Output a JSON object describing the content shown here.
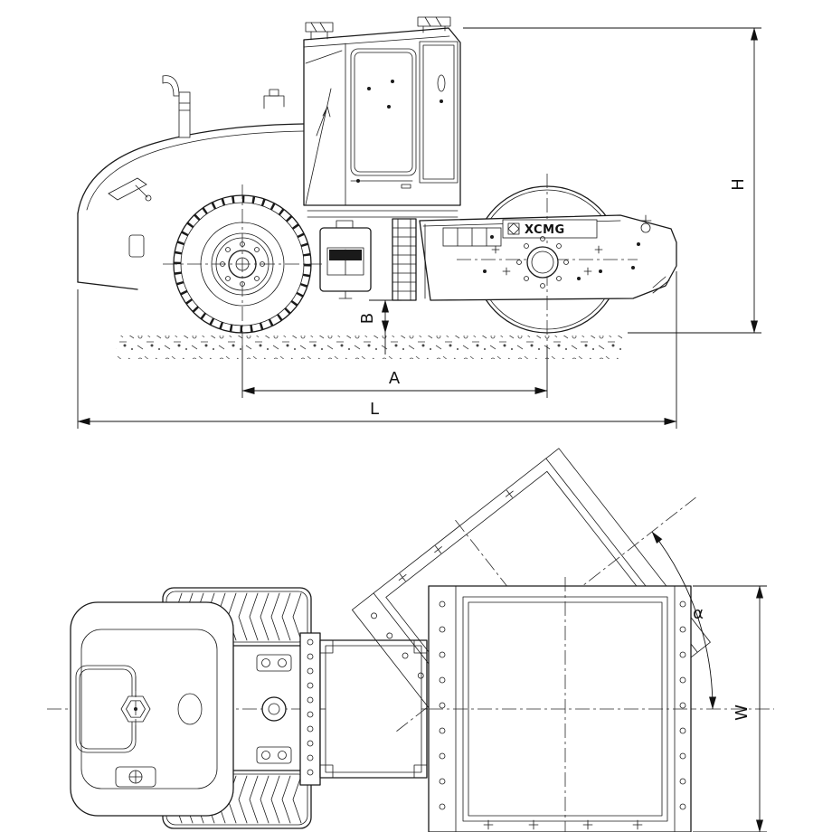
{
  "brand": "XCMG",
  "labels": {
    "H": "H",
    "B": "B",
    "A": "A",
    "L": "L",
    "W": "W",
    "alpha": "α"
  },
  "colors": {
    "line": "#1a1a1a",
    "background": "#ffffff"
  },
  "drawing": {
    "type": "road-roller dimensional outline drawing",
    "views": [
      "side-elevation",
      "plan-with-articulation-angle"
    ]
  }
}
